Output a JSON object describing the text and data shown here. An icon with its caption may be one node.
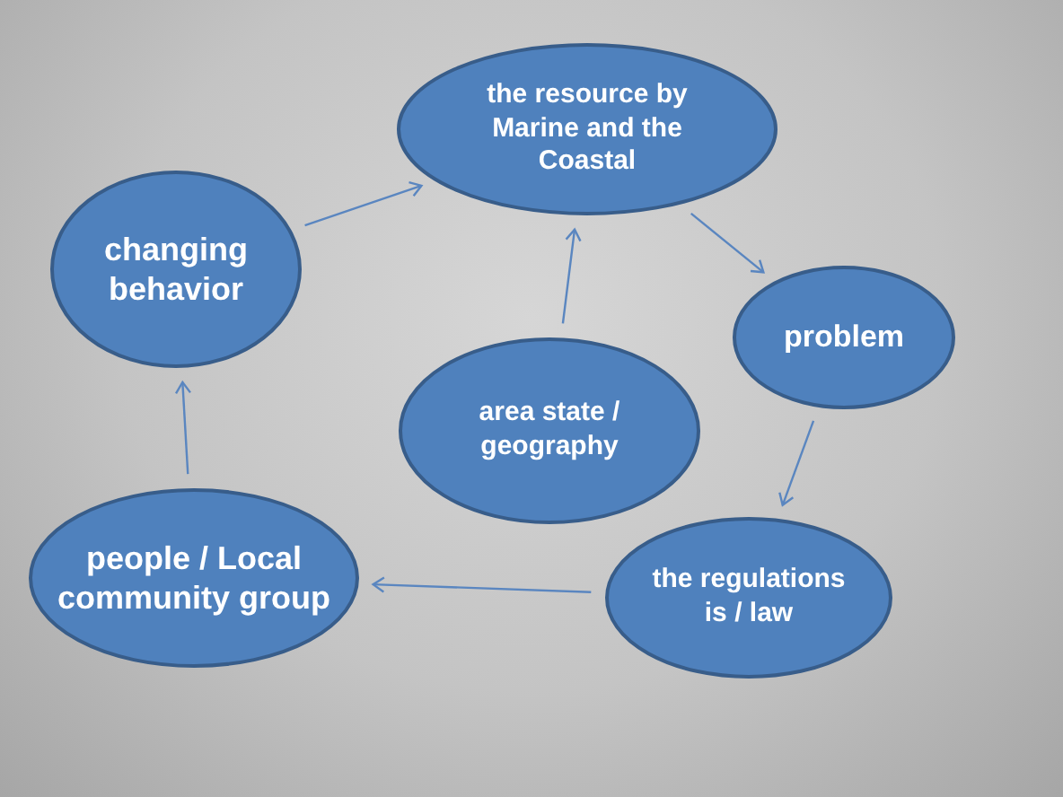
{
  "diagram": {
    "nodes": [
      {
        "text": [
          "the resource by Marine and the Coastal"
        ]
      },
      {
        "text": [
          "changing behavior"
        ]
      },
      {
        "text": [
          "problem"
        ]
      },
      {
        "text": [
          "area state / geography"
        ]
      },
      {
        "text": [
          "people / Local community group"
        ]
      },
      {
        "text": [
          "the regulations is / law"
        ]
      }
    ],
    "edges": [
      {
        "from": 1,
        "to": 0,
        "arrow": "to"
      },
      {
        "from": 0,
        "to": 2,
        "arrow": "to"
      },
      {
        "from": 3,
        "to": 0,
        "arrow": "to"
      },
      {
        "from": 2,
        "to": 5,
        "arrow": "to"
      },
      {
        "from": 5,
        "to": 4,
        "arrow": "to"
      },
      {
        "from": 4,
        "to": 1,
        "arrow": "to"
      }
    ]
  }
}
